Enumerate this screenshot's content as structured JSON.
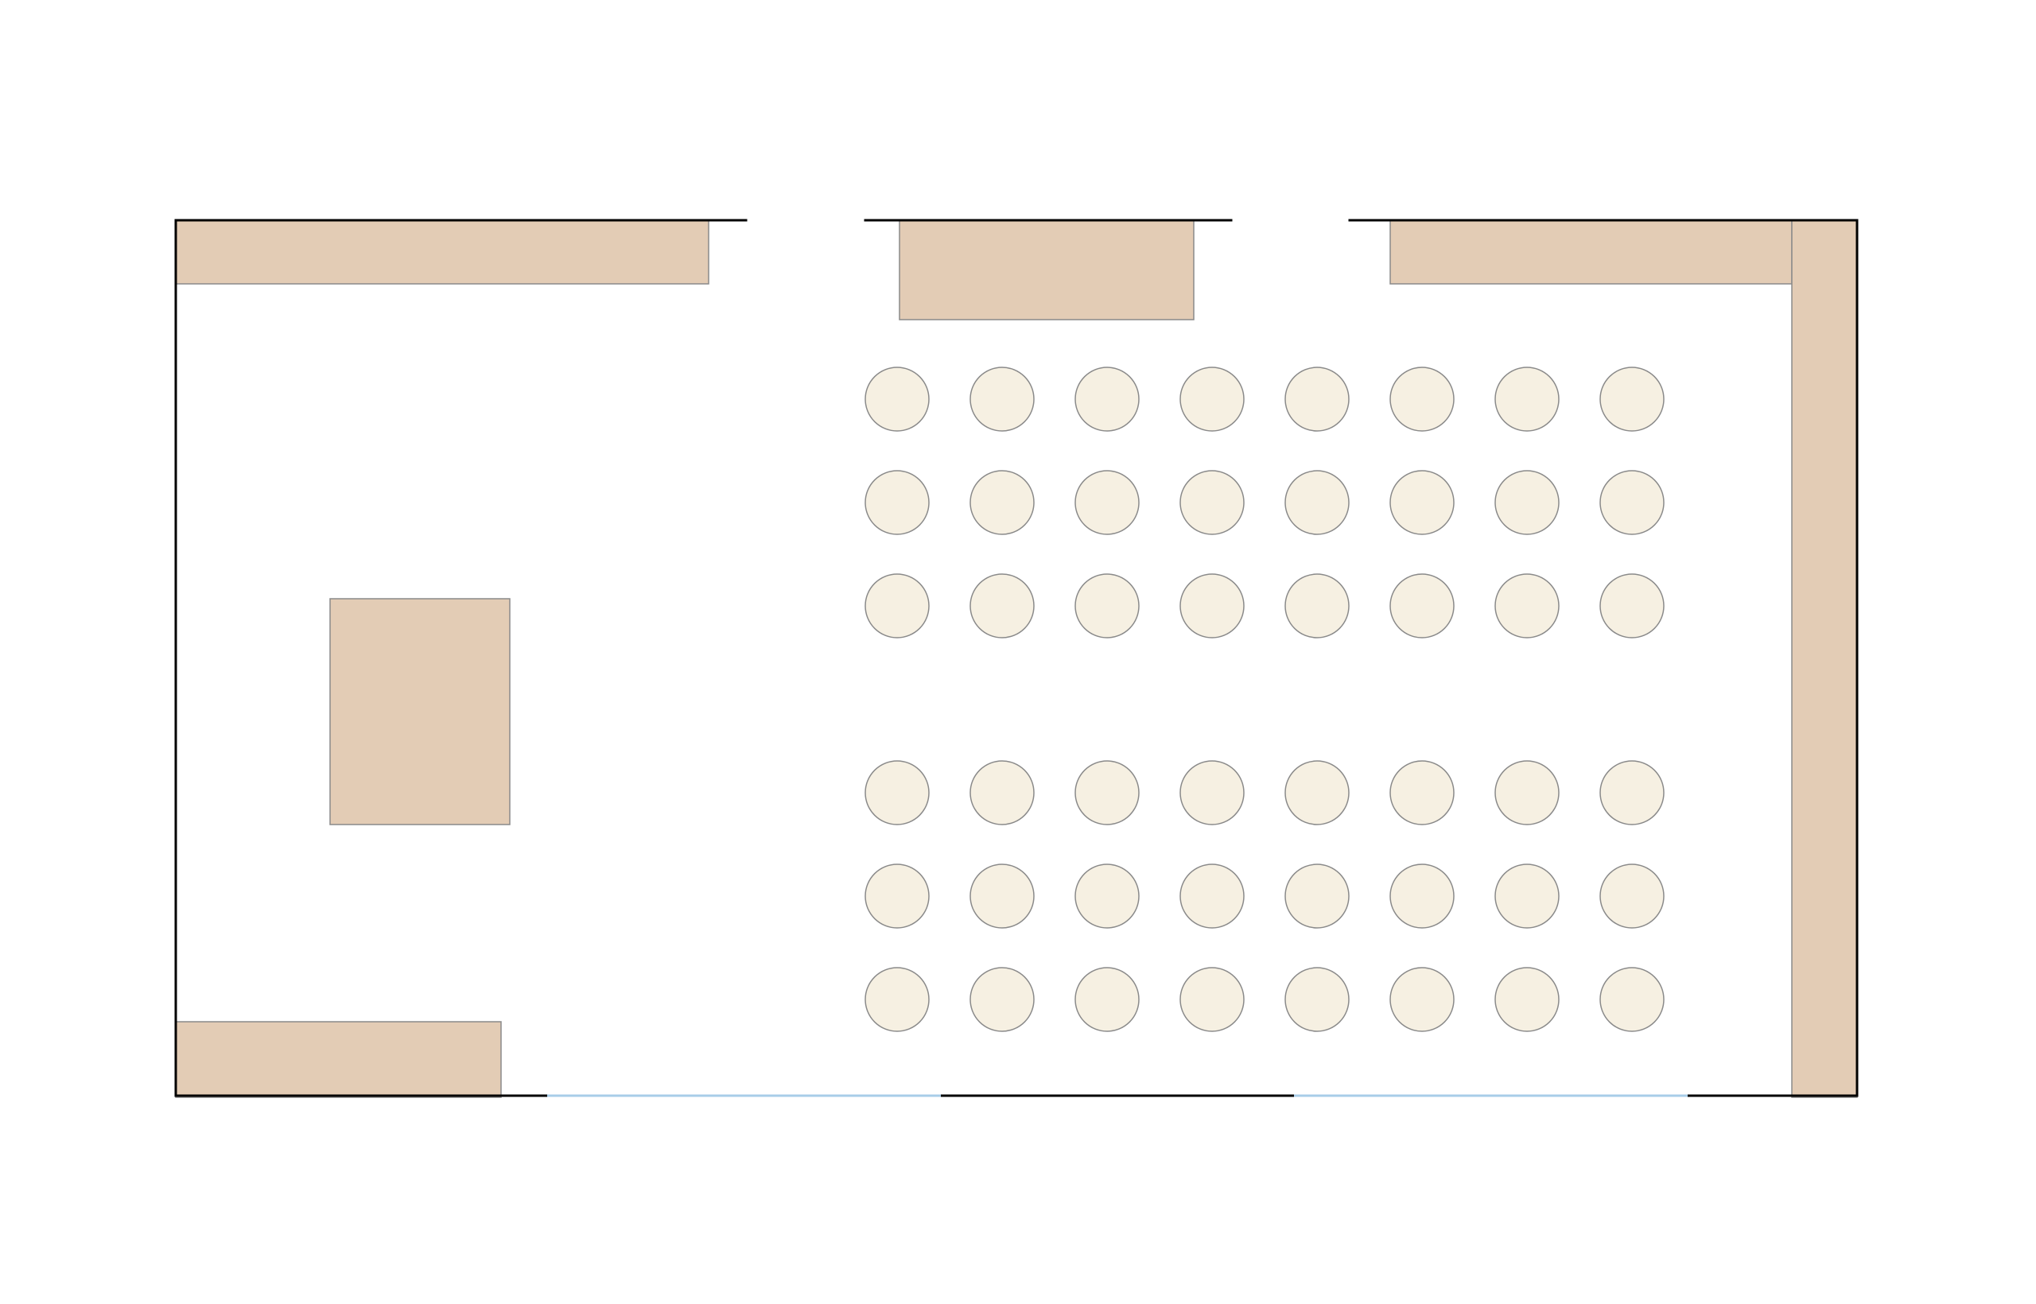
{
  "colors": {
    "background": "#ffffff",
    "wall": "#000000",
    "window": "#a8cde8",
    "furniture_fill": "#e3ccb5",
    "furniture_stroke": "#8a8a8a",
    "seat_fill": "#f6f0e2",
    "seat_stroke": "#8a8a8a"
  },
  "seating": {
    "blocks": 2,
    "rows_per_block": 3,
    "seats_per_row": 8,
    "total_seats": 48
  },
  "furniture": [
    {
      "name": "top-left-counter"
    },
    {
      "name": "top-center-counter"
    },
    {
      "name": "top-right-counter"
    },
    {
      "name": "right-side-counter"
    },
    {
      "name": "center-left-table"
    },
    {
      "name": "bottom-left-counter"
    }
  ],
  "windows": [
    {
      "name": "window-left"
    },
    {
      "name": "window-right"
    }
  ]
}
